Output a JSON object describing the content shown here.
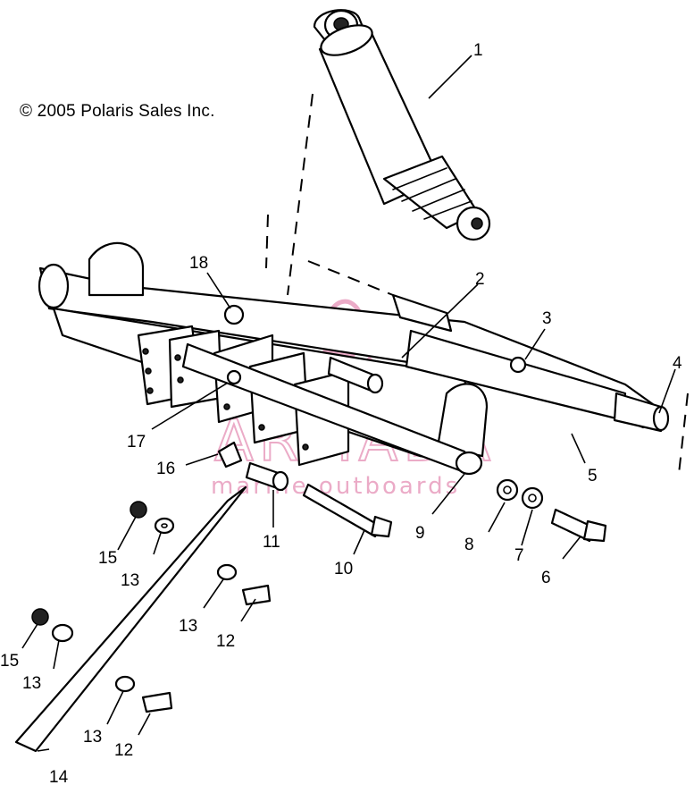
{
  "copyright": "© 2005 Polaris Sales Inc.",
  "watermark": {
    "brand": "ARMADA",
    "tagline": "marine outboards",
    "color": "#e58fb5"
  },
  "callouts": [
    {
      "number": "1",
      "part": "shock-absorber"
    },
    {
      "number": "2",
      "part": "pivot-bolt"
    },
    {
      "number": "3",
      "part": "lock-nut"
    },
    {
      "number": "4",
      "part": "axle-end"
    },
    {
      "number": "5",
      "part": "swing-arm"
    },
    {
      "number": "6",
      "part": "mounting-bolt"
    },
    {
      "number": "7",
      "part": "washer"
    },
    {
      "number": "8",
      "part": "washer"
    },
    {
      "number": "9",
      "part": "bushing"
    },
    {
      "number": "10",
      "part": "long-bolt"
    },
    {
      "number": "11",
      "part": "spacer"
    },
    {
      "number": "12",
      "part": "rivet"
    },
    {
      "number": "12",
      "part": "rivet"
    },
    {
      "number": "13",
      "part": "washer"
    },
    {
      "number": "13",
      "part": "washer"
    },
    {
      "number": "13",
      "part": "washer"
    },
    {
      "number": "13",
      "part": "washer"
    },
    {
      "number": "14",
      "part": "strap"
    },
    {
      "number": "15",
      "part": "nut"
    },
    {
      "number": "15",
      "part": "nut"
    },
    {
      "number": "16",
      "part": "nut"
    },
    {
      "number": "17",
      "part": "bracket-bolt"
    },
    {
      "number": "18",
      "part": "nut"
    }
  ]
}
